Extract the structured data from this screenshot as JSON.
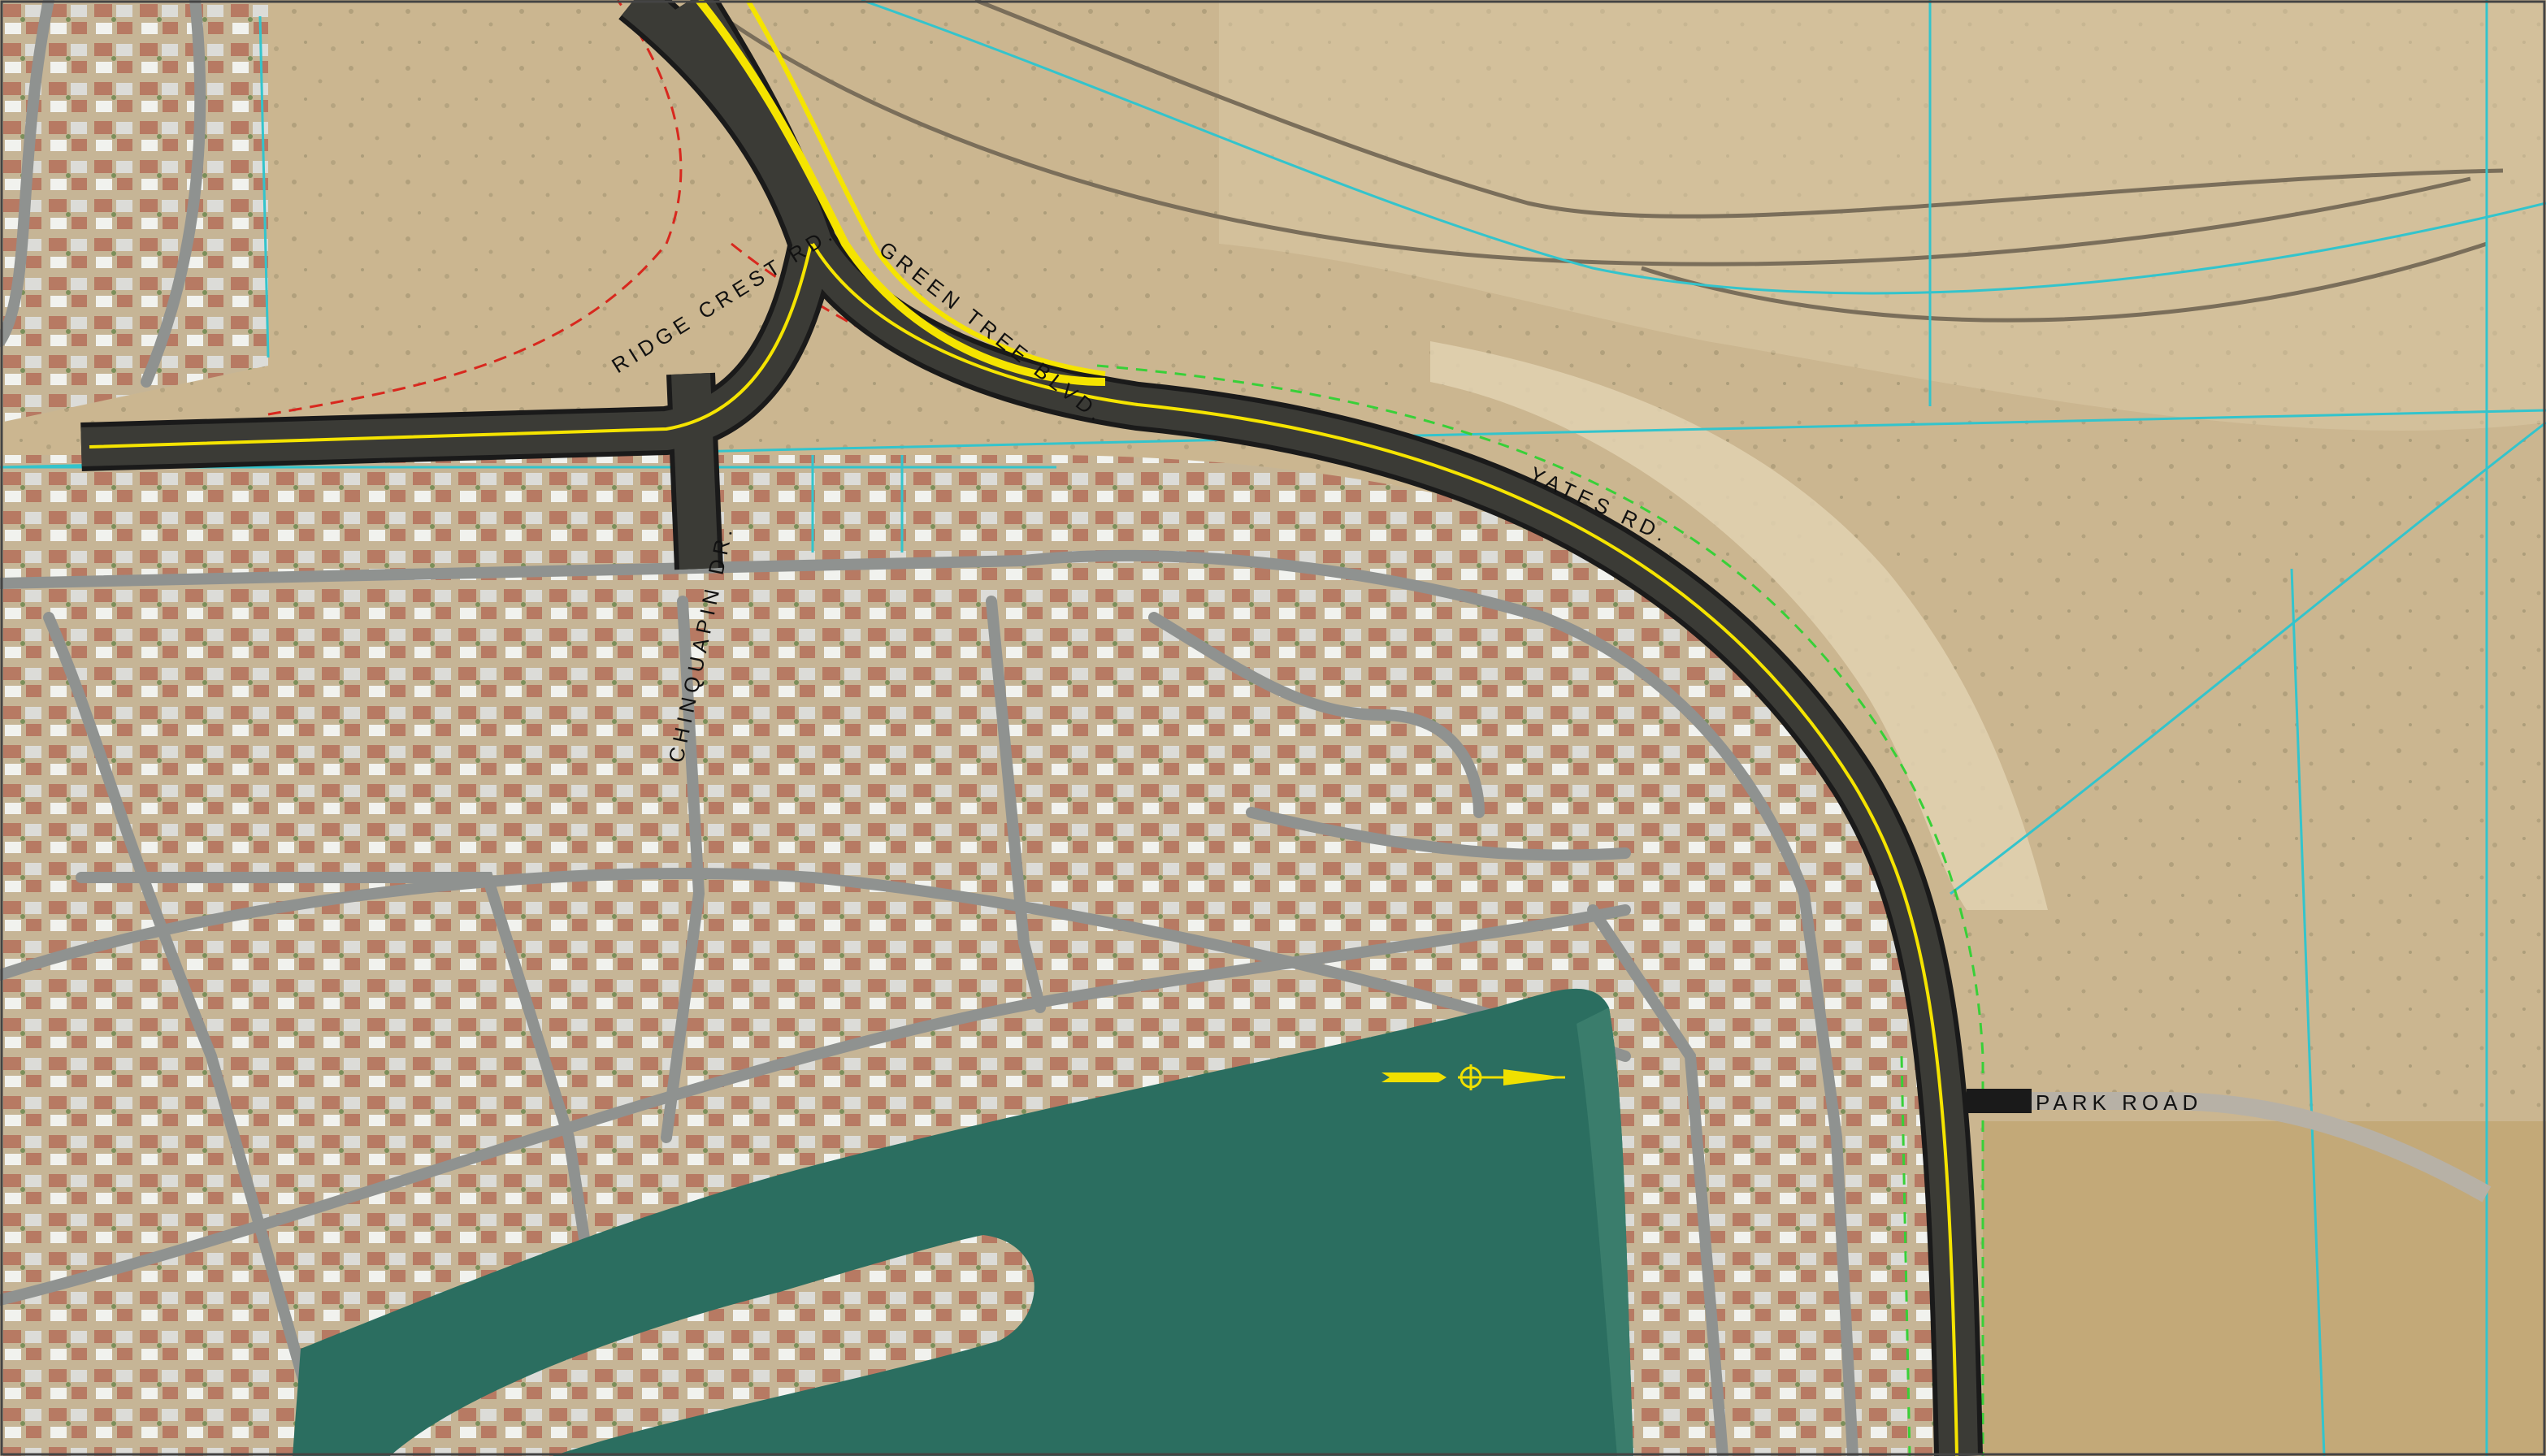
{
  "map": {
    "colors": {
      "desert": "#cbb690",
      "desert_light": "#dccaa6",
      "wash": "#e2d2b2",
      "neighborhood": "#a39e8a",
      "lot": "#c6b596",
      "roof_red": "#b77a63",
      "roof_gray": "#dcdcd8",
      "roof_white": "#f1f2ee",
      "local_street": "#8f9290",
      "lake": "#2b6e60",
      "lake_shallow": "#3a7d6c",
      "road_edge": "#1a1a1a",
      "road_fill": "#3b3b36",
      "centerline_yellow": "#f5e400",
      "parcel_cyan": "#33c4cc",
      "limit_red": "#d8281e",
      "limit_green": "#38d038",
      "north_arrow": "#f0e000",
      "tree": "#7b8f5a",
      "grass": "#c3a978"
    },
    "street_labels": {
      "ridge_crest": "RIDGE CREST RD.",
      "green_tree": "GREEN TREE BLVD.",
      "yates": "YATES RD.",
      "chinquapin": "CHINQUAPIN DR.",
      "park_road": "PARK ROAD"
    },
    "icons": {
      "north_arrow": "north-arrow-icon"
    }
  }
}
